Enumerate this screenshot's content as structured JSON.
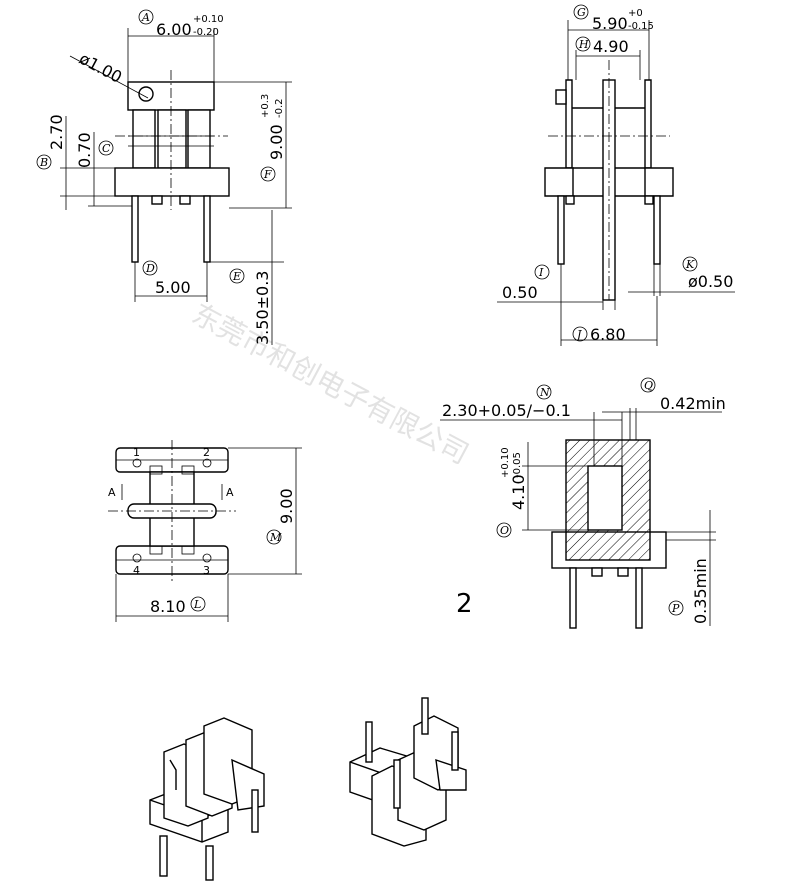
{
  "watermark": "东莞市和创电子有限公司",
  "figure_number": "2",
  "view_front": {
    "A": {
      "letter": "A",
      "value": "6.00",
      "tol_upper": "+0.10",
      "tol_lower": "-0.20"
    },
    "hole": {
      "value": "ø1.00"
    },
    "B": {
      "letter": "B",
      "value": "2.70"
    },
    "C": {
      "letter": "C",
      "value": "0.70"
    },
    "F": {
      "letter": "F",
      "value": "9.00",
      "tol_upper": "+0.3",
      "tol_lower": "-0.2"
    },
    "D": {
      "letter": "D",
      "value": "5.00"
    },
    "E": {
      "letter": "E",
      "value": "3.50±0.3"
    }
  },
  "view_side": {
    "G": {
      "letter": "G",
      "value": "5.90",
      "tol_upper": "+0",
      "tol_lower": "-0.15"
    },
    "H": {
      "letter": "H",
      "value": "4.90"
    },
    "I": {
      "letter": "I",
      "value": "0.50"
    },
    "K": {
      "letter": "K",
      "value": "ø0.50"
    },
    "J": {
      "letter": "J",
      "value": "6.80"
    }
  },
  "view_top": {
    "pins": [
      "1",
      "2",
      "4",
      "3"
    ],
    "section_mark": "A",
    "M": {
      "letter": "M",
      "value": "9.00"
    },
    "L": {
      "letter": "L",
      "value": "8.10"
    }
  },
  "view_section": {
    "N": {
      "letter": "N",
      "value": "2.30+0.05/−0.1"
    },
    "Q": {
      "letter": "Q",
      "value": "0.42min"
    },
    "O": {
      "letter": "O",
      "value": "4.10",
      "tol_upper": "+0.10",
      "tol_lower": "-0.05"
    },
    "P": {
      "letter": "P",
      "value": "0.35min"
    }
  }
}
